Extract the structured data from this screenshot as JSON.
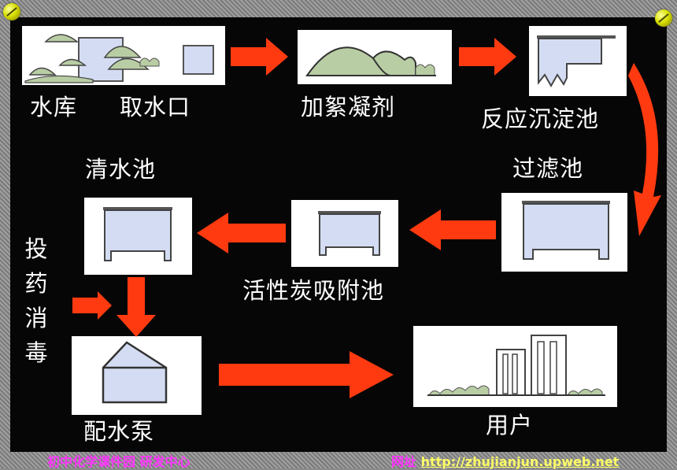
{
  "labels": {
    "reservoir": "水库",
    "intake": "取水口",
    "coagulant": "加絮凝剂",
    "sedimentation": "反应沉淀池",
    "filter": "过滤池",
    "clear_tank": "清水池",
    "carbon": "活性炭吸附池",
    "disinfect": "投药消毒",
    "pump": "配水泵",
    "user": "用户"
  },
  "footer": {
    "left": "初中化学课件园 研发中心",
    "url_label": "网址",
    "url": "http://zhujianjun.upweb.net"
  },
  "colors": {
    "arrow": "#ff3a10",
    "water": "#d3dcf2",
    "tree": "#b9cda4",
    "board": "#060606"
  }
}
